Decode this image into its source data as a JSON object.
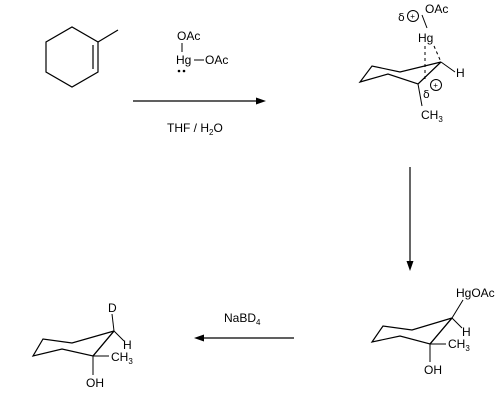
{
  "reagents": {
    "oac_top": "OAc",
    "hg": "Hg",
    "oac_right": "OAc",
    "solvent_prefix": "THF / H",
    "solvent_sub": "2",
    "solvent_suffix": "O"
  },
  "intermediate": {
    "delta_left": "δ",
    "plus_left": "+",
    "oac": "OAc",
    "hg": "Hg",
    "h": "H",
    "delta_right": "δ",
    "plus_right": "+",
    "ch": "CH",
    "ch_sub": "3"
  },
  "organomercurial": {
    "hgoac": "HgOAc",
    "h": "H",
    "ch": "CH",
    "ch_sub": "3",
    "oh": "OH"
  },
  "reduction": {
    "reagent_prefix": "NaBD",
    "reagent_sub": "4"
  },
  "product": {
    "d": "D",
    "h": "H",
    "ch": "CH",
    "ch_sub": "3",
    "oh": "OH"
  }
}
